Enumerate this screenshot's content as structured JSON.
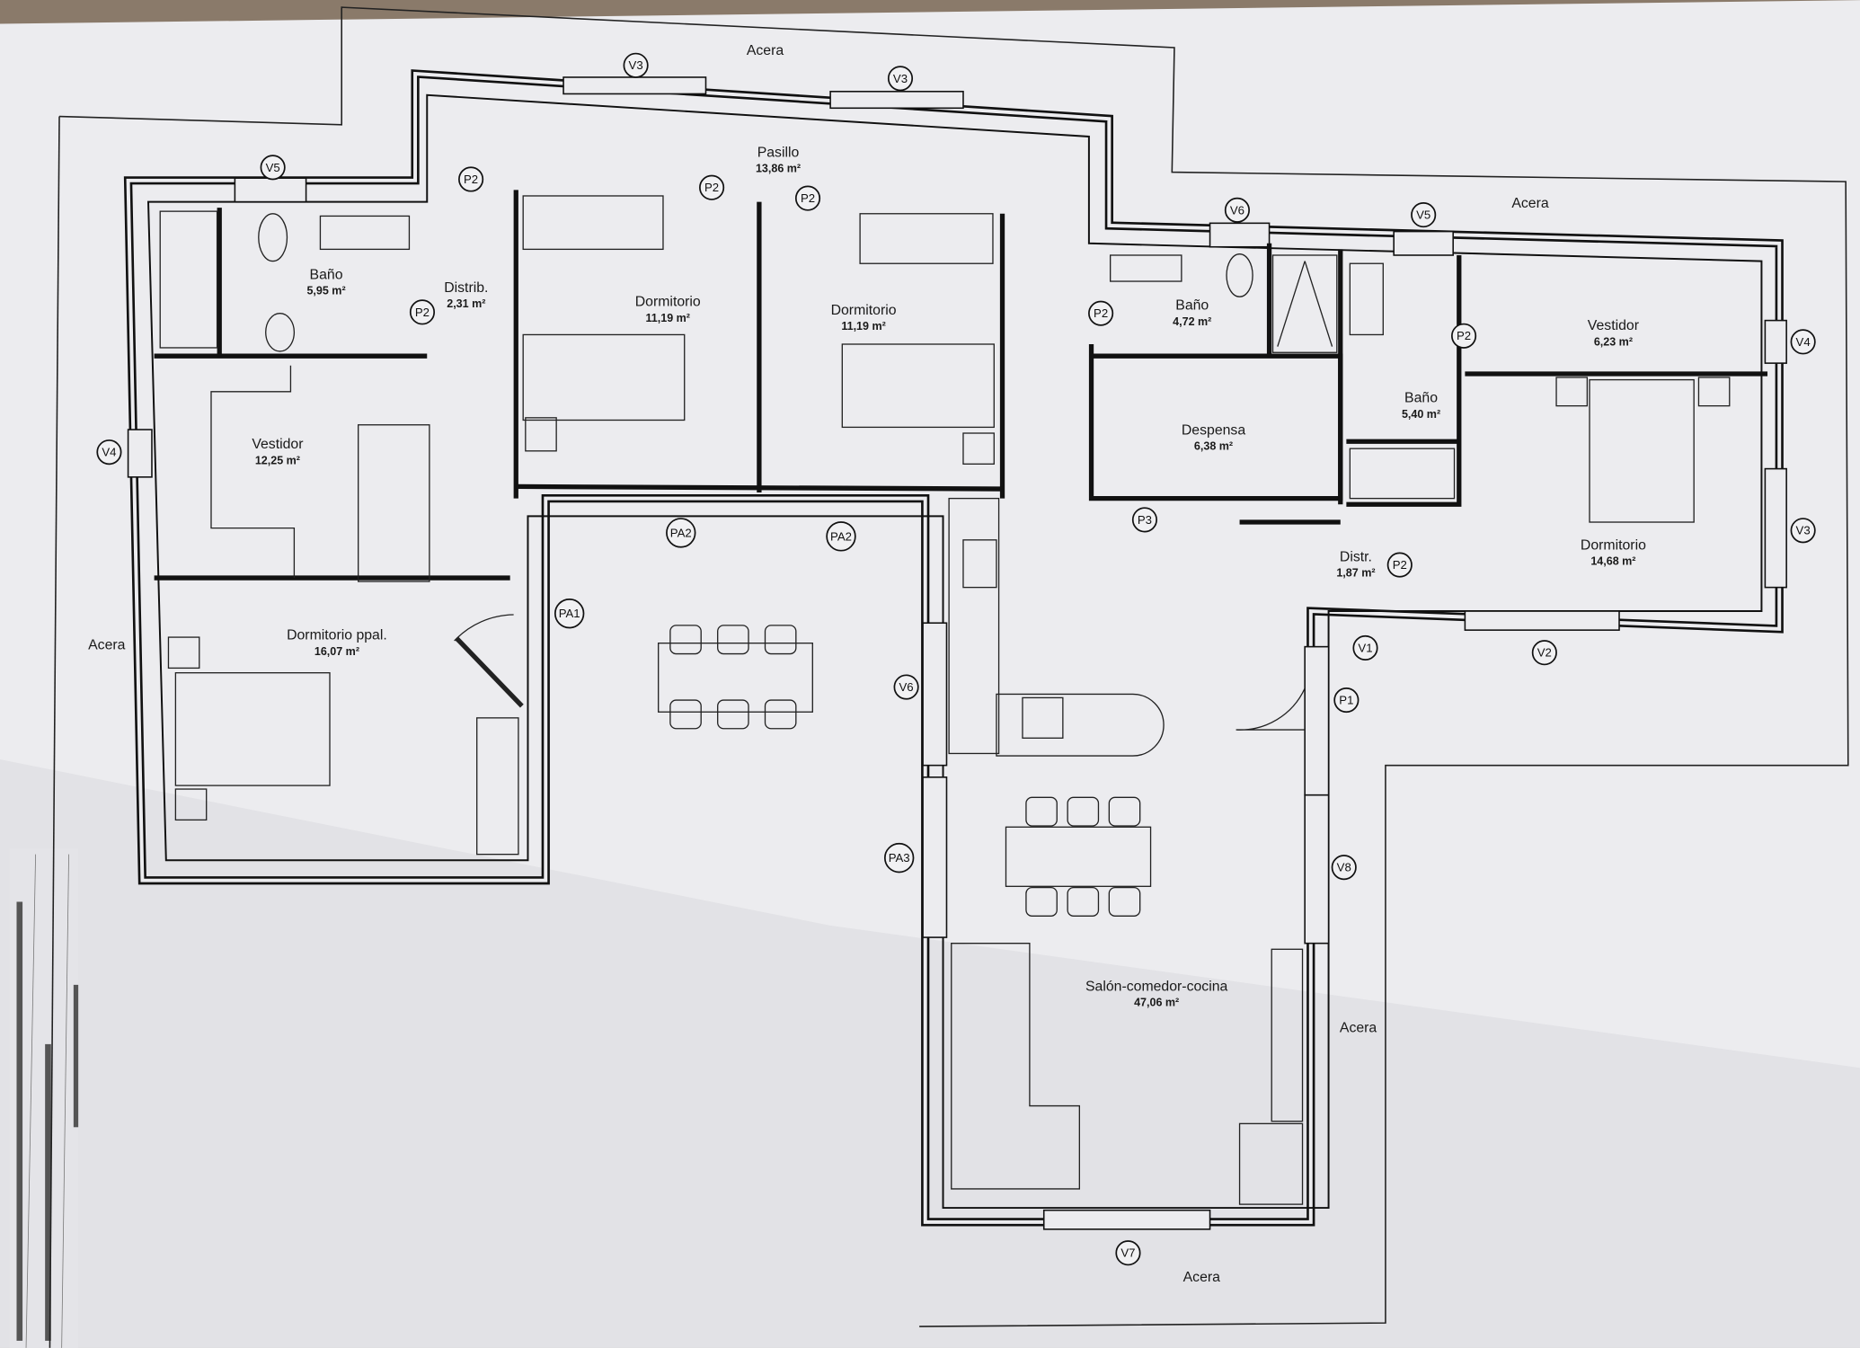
{
  "plan": {
    "exterior_labels": [
      "Acera",
      "Acera",
      "Acera",
      "Acera",
      "Acera"
    ],
    "rooms": [
      {
        "name": "Pasillo",
        "area": "13,86 m²"
      },
      {
        "name": "Baño",
        "area": "5,95 m²"
      },
      {
        "name": "Distrib.",
        "area": "2,31 m²"
      },
      {
        "name": "Dormitorio",
        "area": "11,19 m²"
      },
      {
        "name": "Dormitorio",
        "area": "11,19 m²"
      },
      {
        "name": "Baño",
        "area": "4,72 m²"
      },
      {
        "name": "Vestidor",
        "area": "6,23 m²"
      },
      {
        "name": "Baño",
        "area": "5,40 m²"
      },
      {
        "name": "Despensa",
        "area": "6,38 m²"
      },
      {
        "name": "Vestidor",
        "area": "12,25 m²"
      },
      {
        "name": "Distr.",
        "area": "1,87 m²"
      },
      {
        "name": "Dormitorio",
        "area": "14,68 m²"
      },
      {
        "name": "Dormitorio ppal.",
        "area": "16,07 m²"
      },
      {
        "name": "Salón-comedor-cocina",
        "area": "47,06 m²"
      }
    ],
    "markers": [
      "V3",
      "V3",
      "V5",
      "P2",
      "P2",
      "P2",
      "V6",
      "V5",
      "P2",
      "P2",
      "P2",
      "V4",
      "V4",
      "P3",
      "PA2",
      "PA2",
      "V3",
      "P2",
      "PA1",
      "V1",
      "V2",
      "V6",
      "P1",
      "PA3",
      "V8",
      "V7"
    ]
  },
  "colors": {
    "paper": "#ececef",
    "ink": "#1a1a1a",
    "background": "#8a7a6a"
  }
}
